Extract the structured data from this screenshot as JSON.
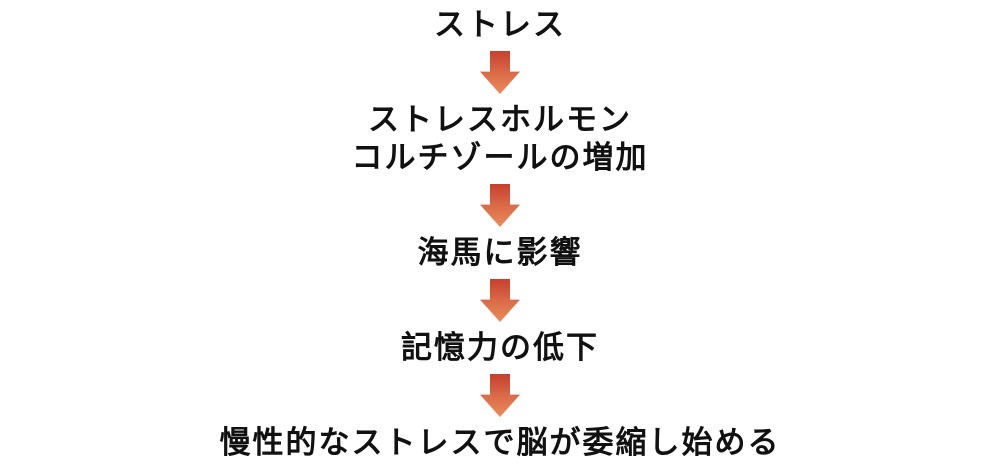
{
  "flowchart": {
    "background_color": "#ffffff",
    "text_color": "#111111",
    "arrow": {
      "direction": "down",
      "gradient_top_color": "#c7402e",
      "gradient_bottom_color": "#eb8c5b"
    },
    "steps": [
      {
        "label": "ストレス"
      },
      {
        "label": "ストレスホルモン\nコルチゾールの増加"
      },
      {
        "label": "海馬に影響"
      },
      {
        "label": "記憶力の低下"
      },
      {
        "label": "慢性的なストレスで脳が委縮し始める"
      }
    ]
  }
}
